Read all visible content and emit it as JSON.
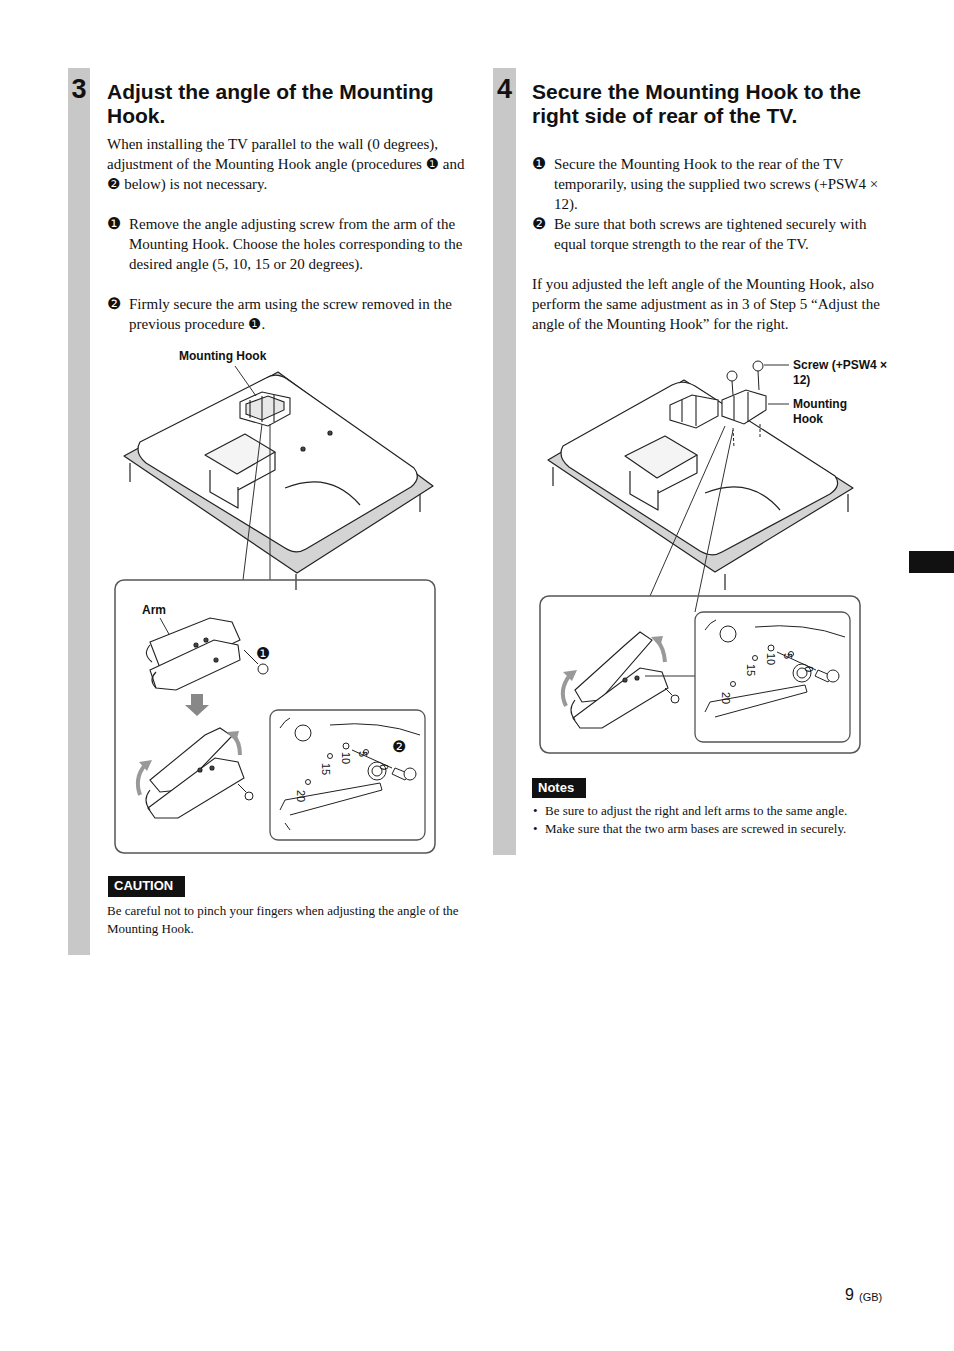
{
  "diagram": {
    "nodes": [
      {
        "text": [
          "3"
        ]
      },
      {
        "text": [
          "4"
        ]
      },
      {
        "text": [
          "CAUTION"
        ]
      },
      {
        "text": [
          "Notes"
        ]
      }
    ],
    "labels": [
      "Adjust the angle of the Mounting Hook.",
      "When installing the TV parallel to the wall (0 degrees), adjustment of the Mounting Hook angle (procedures ❶ and ❷ below) is not necessary.",
      "❶",
      "Remove the angle adjusting screw from the arm of the Mounting Hook. Choose the holes corresponding to the desired angle (5, 10, 15 or 20 degrees).",
      "❷",
      "Firmly secure the arm using the screw removed in the previous procedure ❶.",
      "Mounting Hook",
      "Arm",
      "❶",
      "❷",
      "10",
      "5",
      "0",
      "15",
      "20",
      "Be careful not to pinch your fingers when adjusting the angle of the Mounting Hook.",
      "Secure the Mounting Hook to the right side of rear of the TV.",
      "❶",
      "Secure the Mounting Hook to the rear of the TV temporarily, using the supplied two screws (+PSW4 × 12).",
      "❷",
      "Be sure that both screws are tightened securely with equal torque strength to the rear of the TV.",
      "If you adjusted the left angle of the Mounting Hook, also perform the same adjustment as in 3 of Step 5 “Adjust the angle of the Mounting Hook” for the right.",
      "Screw (+PSW4 × 12)",
      "Mounting Hook",
      "10",
      "5",
      "0",
      "15",
      "20",
      "•",
      "Be sure to adjust the right and left arms to the same angle.",
      "•",
      "Make sure that the two arm bases are screwed in securely.",
      "9",
      "(GB)"
    ]
  }
}
